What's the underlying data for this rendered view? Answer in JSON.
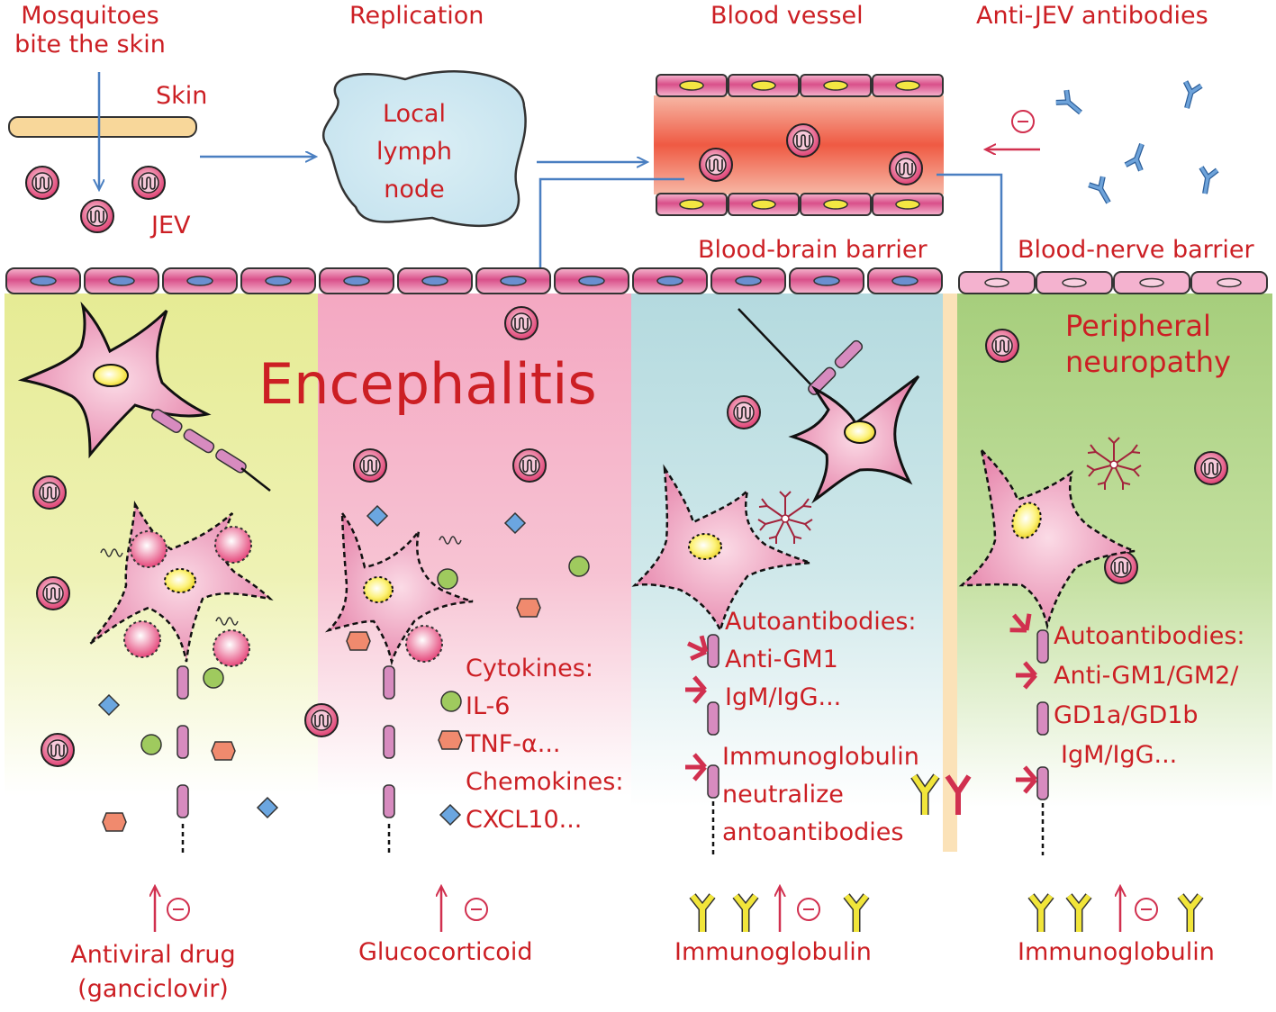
{
  "top": {
    "mosquitoes": [
      "Mosquitoes",
      "bite the skin"
    ],
    "skin": "Skin",
    "jev": "JEV",
    "replication": "Replication",
    "lymph": [
      "Local",
      "lymph",
      "node"
    ],
    "blood_vessel": "Blood vessel",
    "anti_jev": "Anti-JEV antibodies",
    "bbb": "Blood-brain barrier",
    "bnb": "Blood-nerve barrier"
  },
  "center": {
    "encephalitis": "Encephalitis",
    "peripheral": [
      "Peripheral",
      "neuropathy"
    ]
  },
  "panel2": {
    "lines": [
      "Cytokines:",
      "IL-6",
      "TNF-α...",
      "Chemokines:",
      "CXCL10..."
    ]
  },
  "panel3": {
    "auto": [
      "Autoantibodies:",
      "Anti-GM1",
      "IgM/IgG..."
    ],
    "immuno": [
      "Immunoglobulin",
      "neutralize",
      "antoantibodies"
    ]
  },
  "panel4": {
    "auto": [
      "Autoantibodies:",
      "Anti-GM1/GM2/",
      "GD1a/GD1b",
      "IgM/IgG..."
    ]
  },
  "bottom": {
    "antiviral": [
      "Antiviral drug",
      "(ganciclovir)"
    ],
    "glucocorticoid": "Glucocorticoid",
    "immunoglobulin_1": "Immunoglobulin",
    "immunoglobulin_2": "Immunoglobulin"
  },
  "colors": {
    "label_red": "#cc1f24",
    "arrow_blue": "#4a7fc1",
    "panel1": "#e9ec9a",
    "panel2": "#f2a9c2",
    "panel3": "#b6dcdf",
    "panel4": "#a8cf7f",
    "virus": "#e0487a",
    "antibody_yellow": "#f1e53a",
    "antibody_blue": "#4a86c8",
    "autoantibody": "#d1304f"
  }
}
